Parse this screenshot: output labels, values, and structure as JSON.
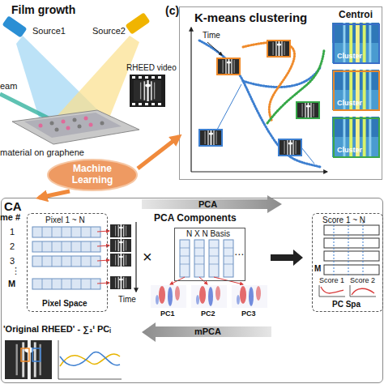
{
  "diagram": {
    "nodes": [
      {
        "text": [
          "(c)",
          "K-means clustering"
        ]
      },
      {
        "text": [
          "Cluster"
        ],
        "in": 0
      },
      {
        "text": [
          "Cluster"
        ],
        "in": 0
      },
      {
        "text": [
          "Cluster"
        ],
        "in": 0
      },
      {
        "text": [
          "Machine Learning"
        ]
      },
      {
        "text": [
          "CA"
        ]
      },
      {
        "text": [
          "Pixel 1 ~ N",
          "Pixel Space"
        ],
        "in": 5
      },
      {
        "text": [
          "PCA Components",
          "N X N Basis"
        ],
        "in": 5
      },
      {
        "text": [
          "Score 1 ~ N",
          "PC Spa"
        ],
        "in": 5
      }
    ],
    "edges": [
      {
        "from": 4,
        "to": 0,
        "arrow": "to"
      },
      {
        "from": 4,
        "to": 5,
        "arrow": "to"
      }
    ],
    "labels": [
      "Film growth",
      "Source1",
      "Source2",
      "eam",
      "RHEED video",
      "material on graphene",
      "Time",
      "Centroi",
      "PCA",
      "me #",
      "1",
      "2",
      "3",
      "⋮",
      "M",
      "Time",
      "×",
      "PC1",
      "PC2",
      "PC3",
      "M",
      "Score 1",
      "Score 2",
      "mPCA",
      "'Original RHEED' - ∑₁ⁱ PCᵢ",
      "⋯"
    ]
  }
}
